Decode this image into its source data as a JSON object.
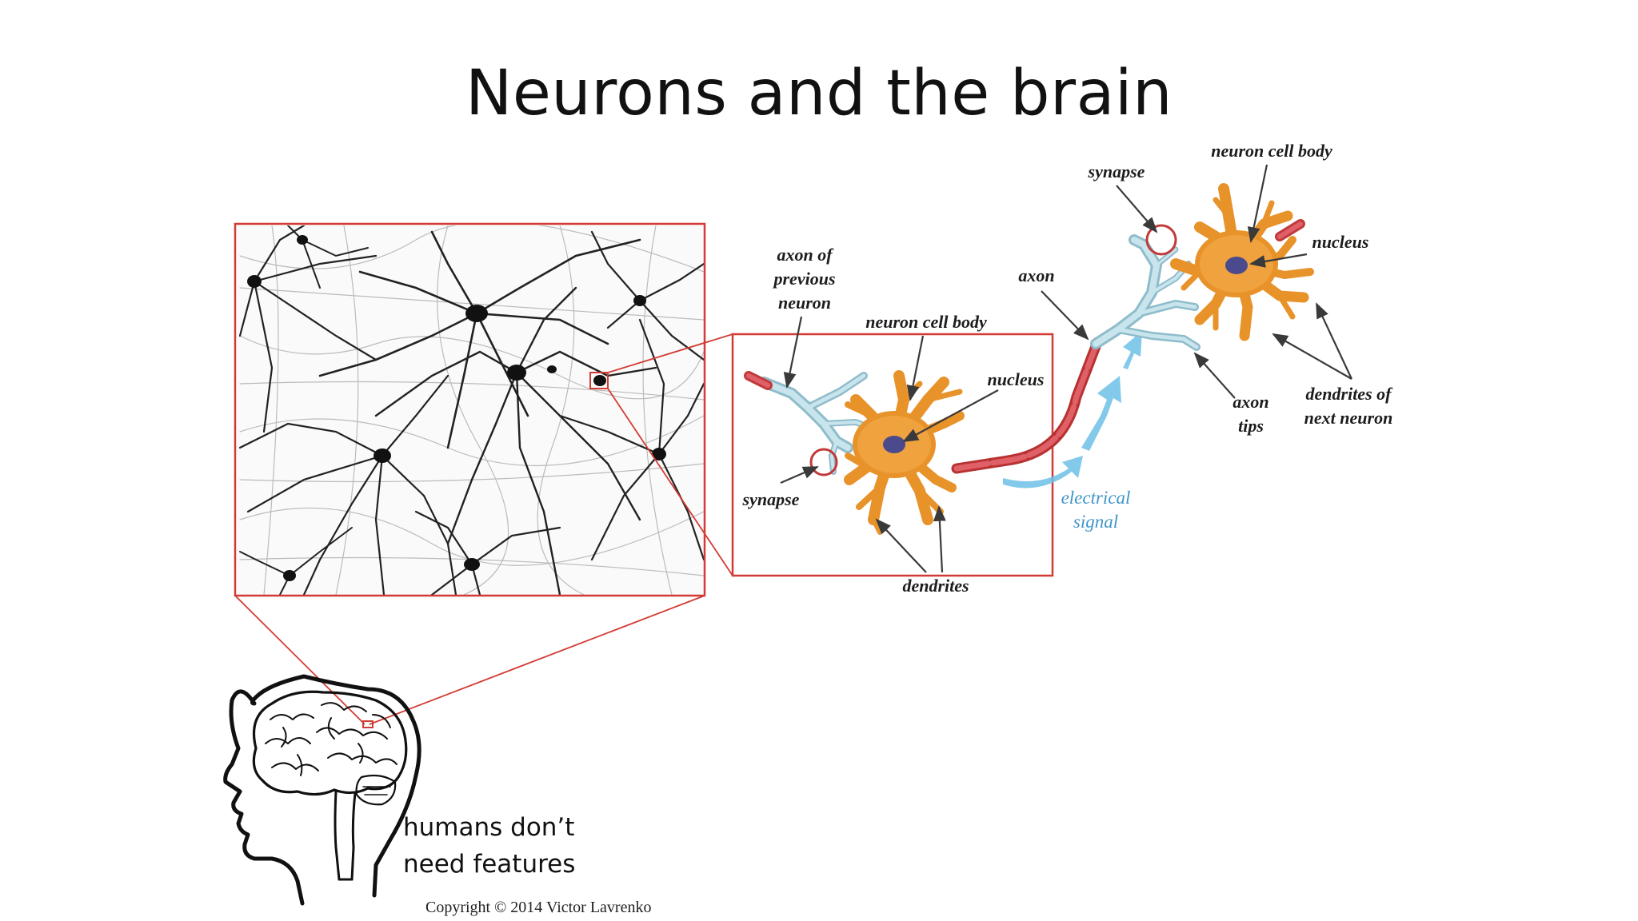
{
  "slide": {
    "title": "Neurons and the brain",
    "caption_line1": "humans don’t",
    "caption_line2": "need features",
    "copyright": "Copyright © 2014 Victor Lavrenko"
  },
  "labels": {
    "axon_of": "axon of",
    "previous": "previous",
    "neuron": "neuron",
    "cell_body_1": "neuron cell body",
    "nucleus_1": "nucleus",
    "synapse_1": "synapse",
    "dendrites": "dendrites",
    "axon": "axon",
    "electrical": "electrical",
    "signal": "signal",
    "synapse_2": "synapse",
    "cell_body_2": "neuron cell body",
    "nucleus_2": "nucleus",
    "axon_tips_1": "axon",
    "axon_tips_2": "tips",
    "dendrites_next_1": "dendrites of",
    "dendrites_next_2": "next neuron"
  },
  "colors": {
    "highlight_box": "#d23b35",
    "neuron_body": "#e8922a",
    "nucleus": "#4a4a8c",
    "axon": "#c23a3a",
    "signal": "#6cc0e6",
    "dendrite_tips": "#a8d3de"
  },
  "icons": {
    "head": "brain-head-icon",
    "network": "neural-network-image"
  }
}
